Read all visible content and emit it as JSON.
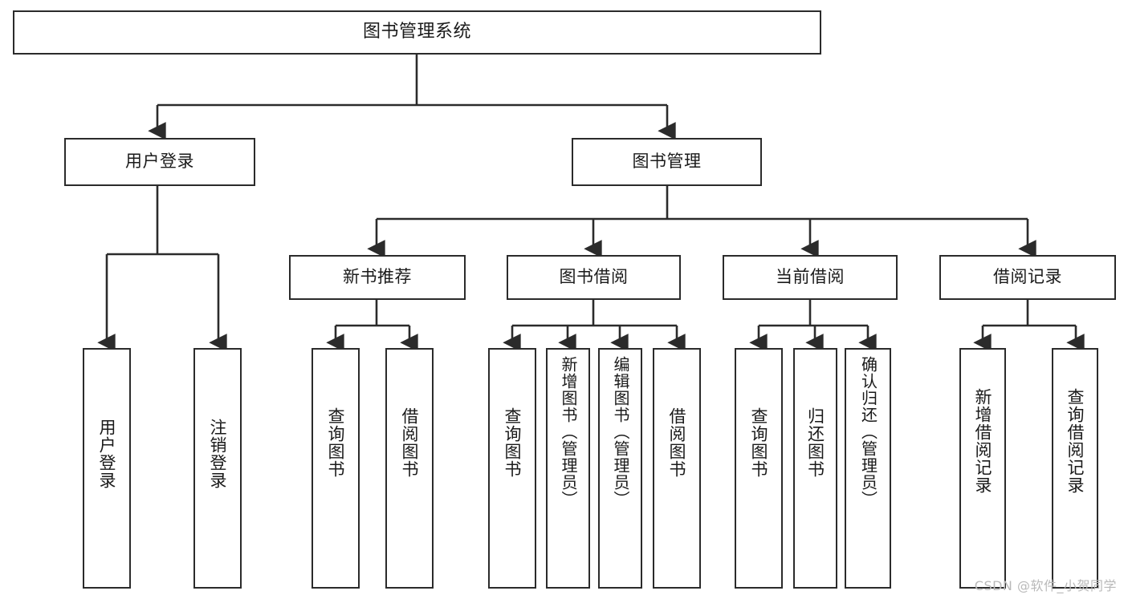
{
  "diagram": {
    "title_node": {
      "label": "图书管理系统"
    },
    "level2": [
      {
        "id": "user-login",
        "label": "用户登录"
      },
      {
        "id": "book-management",
        "label": "图书管理"
      }
    ],
    "level3": [
      {
        "id": "new-book-recommend",
        "label": "新书推荐"
      },
      {
        "id": "book-borrow",
        "label": "图书借阅"
      },
      {
        "id": "current-borrow",
        "label": "当前借阅"
      },
      {
        "id": "borrow-record",
        "label": "借阅记录"
      }
    ],
    "leaves": [
      {
        "id": "leaf-user-login",
        "label": "用户登录",
        "parent": "user-login"
      },
      {
        "id": "leaf-logout-login",
        "label": "注销登录",
        "parent": "user-login"
      },
      {
        "id": "leaf-query-book-1",
        "label": "查询图书",
        "parent": "new-book-recommend"
      },
      {
        "id": "leaf-borrow-book-1",
        "label": "借阅图书",
        "parent": "new-book-recommend"
      },
      {
        "id": "leaf-query-book-2",
        "label": "查询图书",
        "parent": "book-borrow"
      },
      {
        "id": "leaf-add-book",
        "label": "新增图书（管理员）",
        "parent": "book-borrow"
      },
      {
        "id": "leaf-edit-book",
        "label": "编辑图书（管理员）",
        "parent": "book-borrow"
      },
      {
        "id": "leaf-borrow-book-2",
        "label": "借阅图书",
        "parent": "book-borrow"
      },
      {
        "id": "leaf-query-book-3",
        "label": "查询图书",
        "parent": "current-borrow"
      },
      {
        "id": "leaf-return-book",
        "label": "归还图书",
        "parent": "current-borrow"
      },
      {
        "id": "leaf-confirm-return",
        "label": "确认归还（管理员）",
        "parent": "current-borrow"
      },
      {
        "id": "leaf-add-borrow-record",
        "label": "新增借阅记录",
        "parent": "borrow-record"
      },
      {
        "id": "leaf-query-borrow-record",
        "label": "查询借阅记录",
        "parent": "borrow-record"
      }
    ],
    "watermark": "CSDN @软件_小贺同学",
    "colors": {
      "stroke": "#2b2b2b",
      "fill": "#ffffff",
      "text": "#1a1a1a",
      "watermark": "#b9b9b9"
    }
  }
}
